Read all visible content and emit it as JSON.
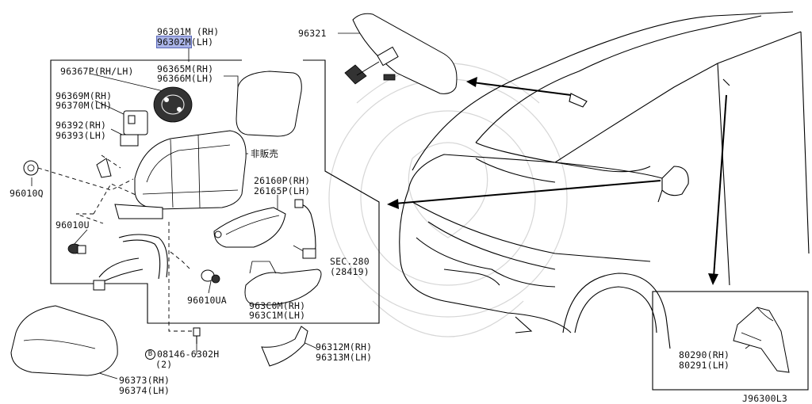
{
  "labels": {
    "mirror_assy_rh": "96301M (RH)",
    "mirror_assy_lh": "96302M (LH)",
    "glass_rh": "96365M(RH)",
    "glass_lh": "96366M(LH)",
    "actuator": "96367P(RH/LH)",
    "motor_rh": "96369M(RH)",
    "motor_lh": "96370M(LH)",
    "harness_rh": "96392(RH)",
    "harness_lh": "96393(LH)",
    "not_sold": "非販売",
    "grommet": "96010Q",
    "camera_rh": "26160P(RH)",
    "camera_lh": "26165P(LH)",
    "clip": "96010U",
    "sec_ref": "SEC.280",
    "sec_ref_code": "(28419)",
    "clip_ua": "96010UA",
    "cover_lower_rh": "963C0M(RH)",
    "cover_lower_lh": "963C1M(LH)",
    "inner_mirror": "96321",
    "bolt_symbol": "B",
    "bolt": "08146-6302H",
    "bolt_qty": "(2)",
    "finisher_rh": "96312M(RH)",
    "finisher_lh": "96313M(LH)",
    "cap_rh": "96373(RH)",
    "cap_lh": "96374(LH)",
    "inset_rh": "80290(RH)",
    "inset_lh": "80291(LH)",
    "diagram_code": "J96300L3"
  },
  "highlighted_part": "96302M"
}
